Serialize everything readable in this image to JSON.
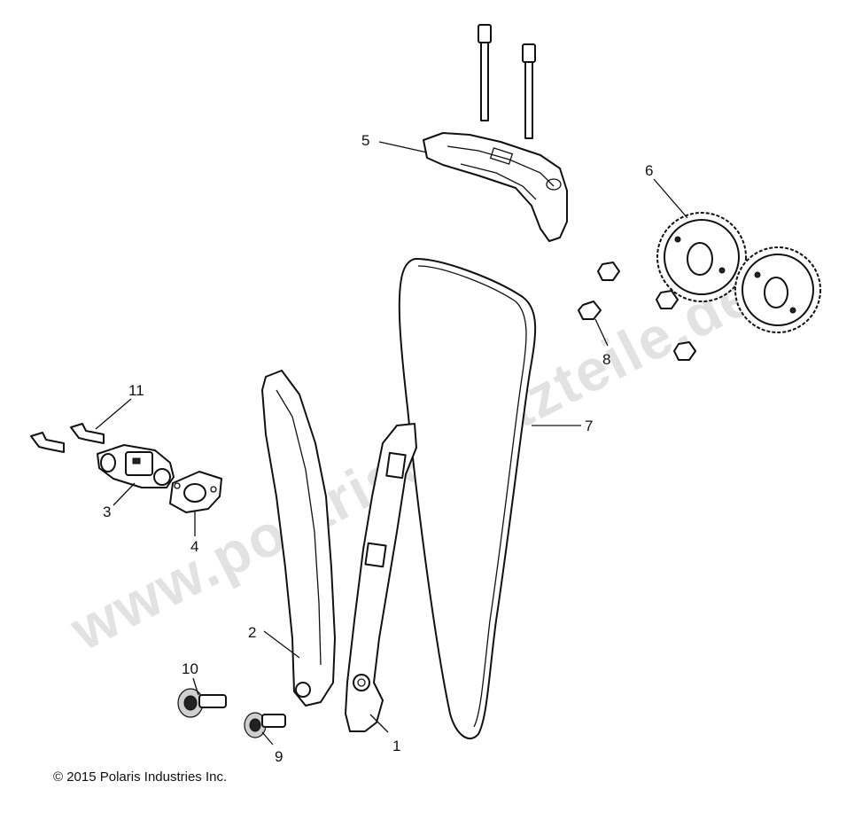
{
  "watermark": "www.polarisersatzteile.de",
  "copyright": "© 2015 Polaris Industries Inc.",
  "callouts": {
    "c1": "1",
    "c2": "2",
    "c3": "3",
    "c4": "4",
    "c5": "5",
    "c6": "6",
    "c7": "7",
    "c8": "8",
    "c9": "9",
    "c10": "10",
    "c11": "11"
  }
}
